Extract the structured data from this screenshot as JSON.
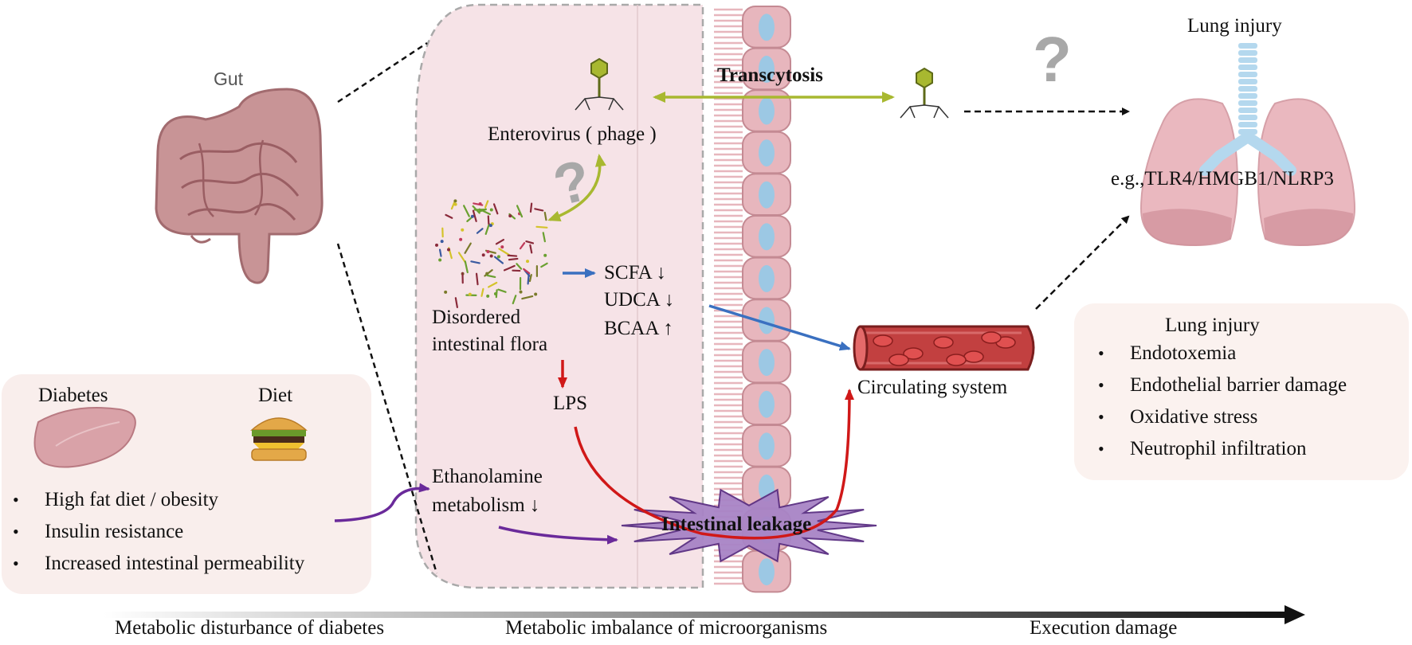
{
  "labels": {
    "gut": "Gut",
    "lung_injury_top": "Lung injury",
    "transcytosis": "Transcytosis",
    "enterovirus": "Enterovirus ( phage )",
    "pathway": "e.g.,TLR4/HMGB1/NLRP3",
    "scfa": "SCFA ↓",
    "udca": "UDCA ↓",
    "bcaa": "BCAA ↑",
    "flora_line1": "Disordered",
    "flora_line2": "intestinal flora",
    "lps": "LPS",
    "ethanolamine_line1": "Ethanolamine",
    "ethanolamine_line2": "metabolism ↓",
    "intestinal_leakage": "Intestinal leakage",
    "circulating": "Circulating system",
    "diabetes": "Diabetes",
    "diet": "Diet"
  },
  "risk_factors": [
    "High fat diet / obesity",
    "Insulin resistance",
    "Increased intestinal permeability"
  ],
  "lung_box": {
    "title": "Lung injury",
    "items": [
      "Endotoxemia",
      "Endothelial barrier damage",
      "Oxidative stress",
      "Neutrophil infiltration"
    ]
  },
  "timeline": [
    "Metabolic disturbance of diabetes",
    "Metabolic imbalance of microorganisms",
    "Execution damage"
  ],
  "question_marks": [
    "?",
    "?"
  ],
  "colors": {
    "gut_panel": "#f6e3e7",
    "risk_box": "#f9eeec",
    "lung_box": "#fbf2ef",
    "arrow_green": "#a8b830",
    "arrow_blue": "#3a70c0",
    "arrow_red": "#d01818",
    "arrow_purple": "#6a2a9a",
    "leak_burst": "#a884c6",
    "cell_pink": "#e7b6bd",
    "nucleus_blue": "#9cc8e4",
    "lung_pink": "#eab8bf",
    "trachea_blue": "#b4d8ee"
  }
}
